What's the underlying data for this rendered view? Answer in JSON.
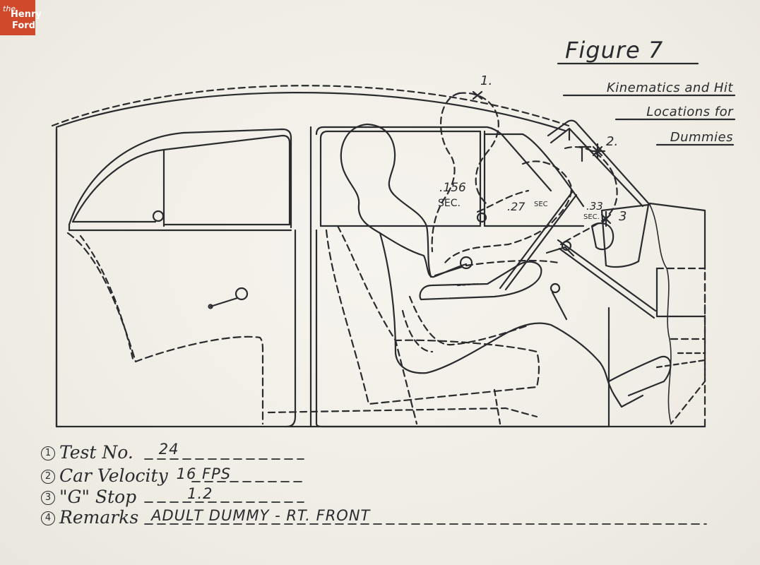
{
  "logo": {
    "line1": "the",
    "line2": "Henry",
    "line3": "Ford",
    "color": "#d0492a"
  },
  "figure": {
    "title": "Figure 7",
    "subtitle_lines": [
      "Kinematics and Hit",
      "Locations for",
      "Dummies"
    ]
  },
  "annotations": {
    "point1": "1.",
    "point2": "2.",
    "point3": "3",
    "time1_value": ".156",
    "time1_unit": "SEC.",
    "time2_value": ".27",
    "time2_unit": "SEC",
    "time3_value": ".33",
    "time3_unit": "SEC."
  },
  "fields": [
    {
      "number": "1",
      "label": "Test No.",
      "value": "24"
    },
    {
      "number": "2",
      "label": "Car Velocity",
      "value": "16 FPS"
    },
    {
      "number": "3",
      "label": "\"G\" Stop",
      "value": "1.2"
    },
    {
      "number": "4",
      "label": "Remarks",
      "value": "ADULT DUMMY - RT. FRONT"
    }
  ],
  "ink_color": "#2a2b2e"
}
